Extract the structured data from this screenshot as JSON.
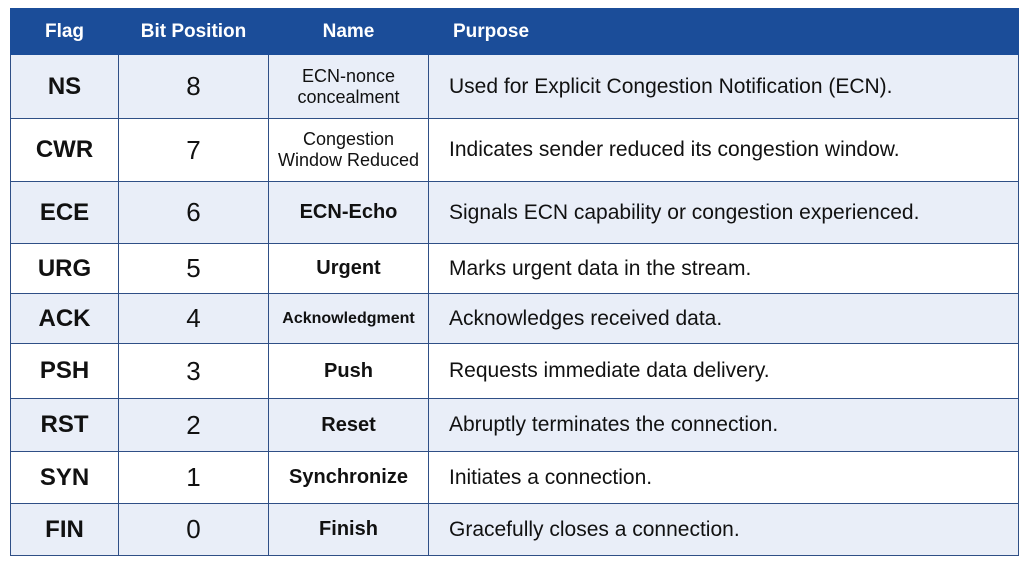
{
  "headers": {
    "flag": "Flag",
    "bit_position": "Bit Position",
    "name": "Name",
    "purpose": "Purpose"
  },
  "rows": [
    {
      "flag": "NS",
      "bit": "8",
      "name": "ECN-nonce concealment",
      "purpose": "Used for Explicit Congestion Notification (ECN)."
    },
    {
      "flag": "CWR",
      "bit": "7",
      "name": "Congestion Window Reduced",
      "purpose": "Indicates sender reduced its congestion window."
    },
    {
      "flag": "ECE",
      "bit": "6",
      "name": "ECN-Echo",
      "purpose": "Signals ECN capability or congestion experienced."
    },
    {
      "flag": "URG",
      "bit": "5",
      "name": "Urgent",
      "purpose": "Marks urgent data in the stream."
    },
    {
      "flag": "ACK",
      "bit": "4",
      "name": "Acknowledgment",
      "purpose": "Acknowledges received data."
    },
    {
      "flag": "PSH",
      "bit": "3",
      "name": "Push",
      "purpose": "Requests immediate data delivery."
    },
    {
      "flag": "RST",
      "bit": "2",
      "name": "Reset",
      "purpose": "Abruptly terminates the connection."
    },
    {
      "flag": "SYN",
      "bit": "1",
      "name": "Synchronize",
      "purpose": "Initiates a connection."
    },
    {
      "flag": "FIN",
      "bit": "0",
      "name": "Finish",
      "purpose": "Gracefully closes a connection."
    }
  ],
  "colors": {
    "header_bg": "#1b4d99",
    "header_text": "#ffffff",
    "stripe_bg": "#e9eef8",
    "border": "#2f4f86"
  }
}
